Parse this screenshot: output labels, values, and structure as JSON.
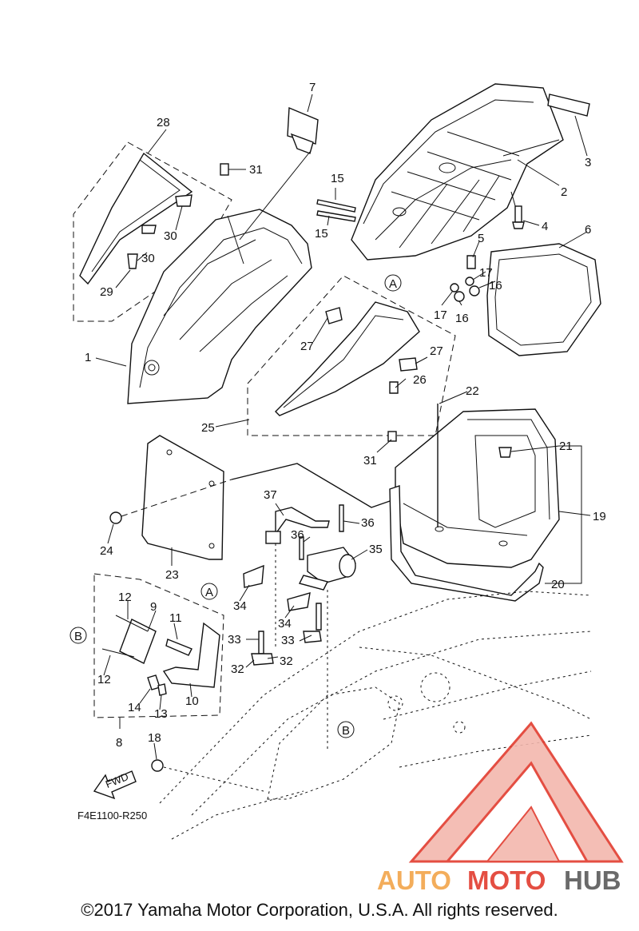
{
  "diagram": {
    "part_labels": [
      "1",
      "2",
      "3",
      "4",
      "5",
      "6",
      "7",
      "8",
      "9",
      "10",
      "11",
      "12",
      "12",
      "13",
      "14",
      "15",
      "15",
      "16",
      "16",
      "17",
      "17",
      "18",
      "19",
      "20",
      "21",
      "22",
      "23",
      "24",
      "25",
      "26",
      "27",
      "27",
      "28",
      "29",
      "30",
      "30",
      "31",
      "31",
      "32",
      "32",
      "33",
      "33",
      "34",
      "34",
      "35",
      "36",
      "36",
      "37"
    ],
    "callouts": [
      "A",
      "A",
      "B",
      "B"
    ],
    "fwd_label": "FWD",
    "figure_code": "F4E1100-R250"
  },
  "watermark": {
    "part1": "AUTO",
    "part2": "MOTO",
    "part3": "HUB",
    "color_orange": "#f2a54a",
    "color_red": "#e23b2e",
    "color_gray": "#5a5a5a"
  },
  "footer": {
    "copyright": "©2017 Yamaha Motor Corporation, U.S.A. All rights reserved."
  }
}
